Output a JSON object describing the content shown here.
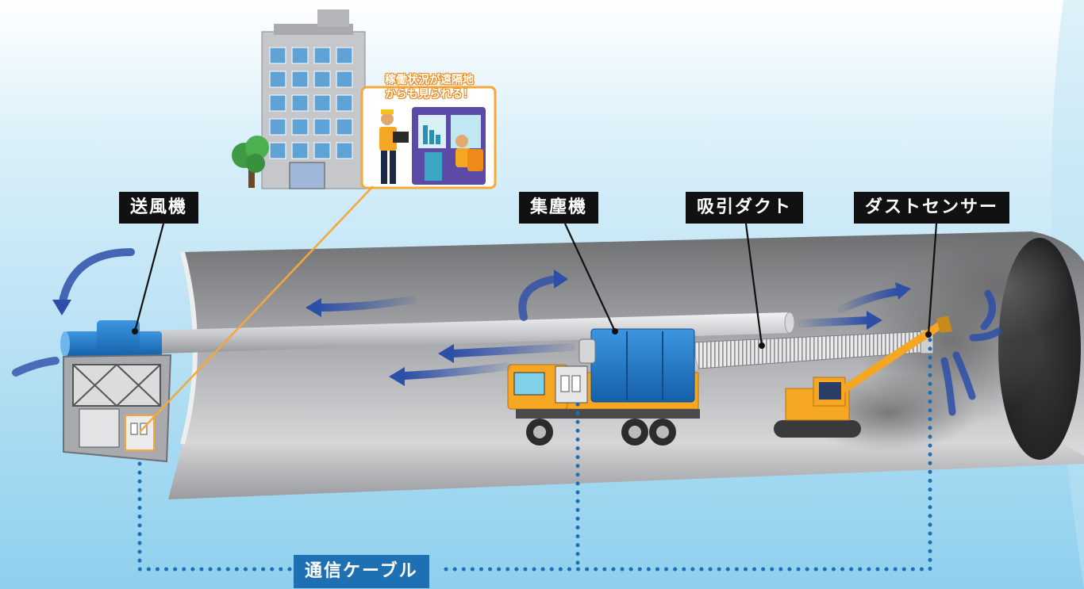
{
  "labels": {
    "blower": "送風機",
    "dust_collector": "集塵機",
    "suction_duct": "吸引ダクト",
    "dust_sensor": "ダストセンサー",
    "comm_cable": "通信ケーブル"
  },
  "callout": {
    "line1": "稼働状況が遠隔地",
    "line2": "からも見られる！"
  },
  "colors": {
    "cable": "#1f6fb3",
    "label_bg": "#111111",
    "callout_border": "#f5a83a",
    "machine_blue": "#1a73c9",
    "truck_yellow": "#f5a623",
    "airflow": "#2d4fa8"
  },
  "icons": [
    "office-building-icon",
    "tree-icon",
    "worker-with-tablet-icon",
    "monitor-operator-icon",
    "fan-icon",
    "truck-icon",
    "excavator-icon",
    "dust-cloud-icon"
  ]
}
